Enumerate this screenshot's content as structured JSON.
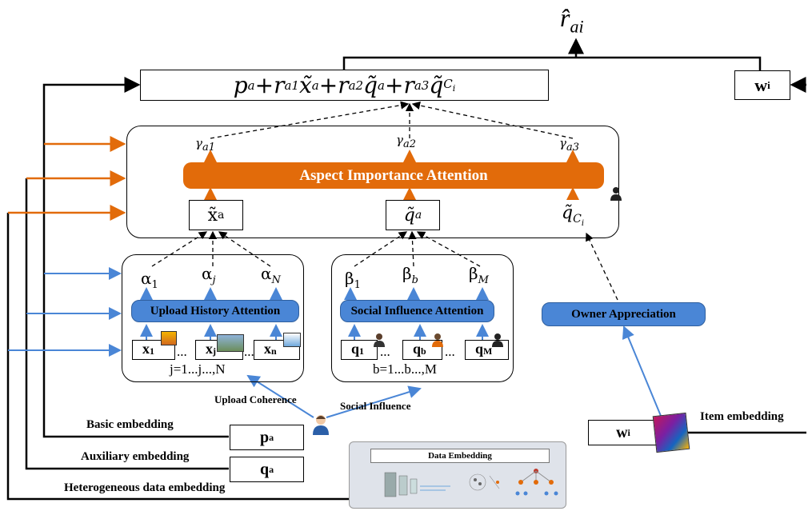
{
  "output": {
    "symbol": "r̂",
    "subscript": "ai"
  },
  "formula": {
    "term_p": "p",
    "term_p_sub": "a",
    "plus1": " + ",
    "r1": "r",
    "r1_sub": "a1",
    "x_tilde": "x̃",
    "x_sub": "a",
    "plus2": "+",
    "r2": "r",
    "r2_sub": "a2",
    "q_tilde": "q̃",
    "q_sub": "a",
    "plus3": "+",
    "r3": "r",
    "r3_sub": "a3",
    "qc_tilde": "q̃",
    "qc_sub": "C",
    "qc_subsub": "i"
  },
  "wi_top": {
    "base": "w",
    "sub": "i"
  },
  "aspect_attention": {
    "label": "Aspect Importance Attention"
  },
  "gammas": [
    {
      "base": "γ",
      "sub": "a1"
    },
    {
      "base": "γ",
      "sub": "a2"
    },
    {
      "base": "γ",
      "sub": "a3"
    }
  ],
  "aspect_nodes": {
    "x": {
      "base": "x̃",
      "sub": "a"
    },
    "q": {
      "base": "q̃",
      "sub": "a"
    },
    "qc": {
      "base": "q̃",
      "sub": "C",
      "subsub": "i"
    }
  },
  "upload": {
    "alphas": [
      {
        "base": "α",
        "sub": "1"
      },
      {
        "base": "α",
        "sub": "j"
      },
      {
        "base": "α",
        "sub": "N"
      }
    ],
    "attention_label": "Upload History Attention",
    "items": [
      {
        "base": "x",
        "sub": "1"
      },
      {
        "base": "x",
        "sub": "j"
      },
      {
        "base": "x",
        "sub": "n"
      }
    ],
    "ellipsis": "...",
    "index_text": "j=1...j...,N"
  },
  "social": {
    "betas": [
      {
        "base": "β",
        "sub": "1"
      },
      {
        "base": "β",
        "sub": "b"
      },
      {
        "base": "β",
        "sub": "M"
      }
    ],
    "attention_label": "Social Influence Attention",
    "items": [
      {
        "base": "q",
        "sub": "1"
      },
      {
        "base": "q",
        "sub": "b"
      },
      {
        "base": "q",
        "sub": "M"
      }
    ],
    "ellipsis": "...",
    "index_text": "b=1...b...,M"
  },
  "owner_appreciation": {
    "label": "Owner Appreciation"
  },
  "upload_coherence": {
    "label": "Upload Coherence"
  },
  "social_influence": {
    "label": "Social Influence"
  },
  "basic_embedding": {
    "label": "Basic embedding",
    "box_base": "p",
    "box_sub": "a"
  },
  "auxiliary_embedding": {
    "label": "Auxiliary embedding",
    "box_base": "q",
    "box_sub": "a"
  },
  "heterogeneous_embedding": {
    "label": "Heterogeneous data embedding"
  },
  "data_embedding": {
    "label": "Data Embedding"
  },
  "item_embedding": {
    "label": "Item embedding",
    "box_base": "w",
    "box_sub": "i"
  },
  "colors": {
    "orange": "#e26b0a",
    "blue": "#4a86d6",
    "arrow_blue": "#4a86d6",
    "black": "#000000"
  }
}
